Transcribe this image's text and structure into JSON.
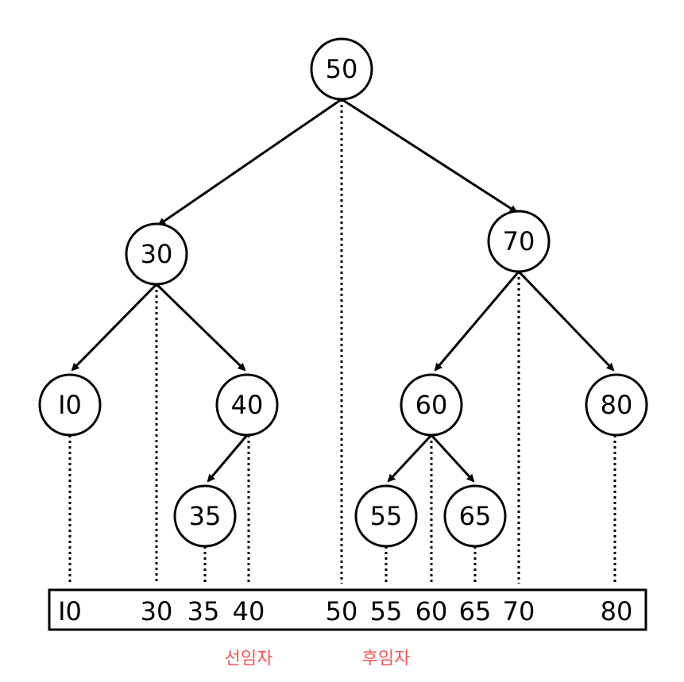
{
  "colors": {
    "ink": "#000000",
    "highlight": "#f25757",
    "background": "#ffffff"
  },
  "tree": {
    "nodes": [
      {
        "id": "n50",
        "label": "50"
      },
      {
        "id": "n30",
        "label": "30"
      },
      {
        "id": "n70",
        "label": "70"
      },
      {
        "id": "n10",
        "label": "I0"
      },
      {
        "id": "n40",
        "label": "40"
      },
      {
        "id": "n60",
        "label": "60"
      },
      {
        "id": "n80",
        "label": "80"
      },
      {
        "id": "n35",
        "label": "35"
      },
      {
        "id": "n55",
        "label": "55"
      },
      {
        "id": "n65",
        "label": "65"
      }
    ],
    "edges": [
      [
        "n50",
        "n30"
      ],
      [
        "n50",
        "n70"
      ],
      [
        "n30",
        "n10"
      ],
      [
        "n30",
        "n40"
      ],
      [
        "n40",
        "n35"
      ],
      [
        "n70",
        "n60"
      ],
      [
        "n70",
        "n80"
      ],
      [
        "n60",
        "n55"
      ],
      [
        "n60",
        "n65"
      ]
    ]
  },
  "sequence": {
    "items": [
      {
        "label": "I0",
        "highlight": false
      },
      {
        "label": "30",
        "highlight": false
      },
      {
        "label": "35",
        "highlight": false
      },
      {
        "label": "40",
        "highlight": true
      },
      {
        "label": "50",
        "highlight": false
      },
      {
        "label": "55",
        "highlight": true
      },
      {
        "label": "60",
        "highlight": false
      },
      {
        "label": "65",
        "highlight": false
      },
      {
        "label": "70",
        "highlight": false
      },
      {
        "label": "80",
        "highlight": false
      }
    ]
  },
  "captions": {
    "predecessor": "선임자",
    "successor": "후임자"
  }
}
